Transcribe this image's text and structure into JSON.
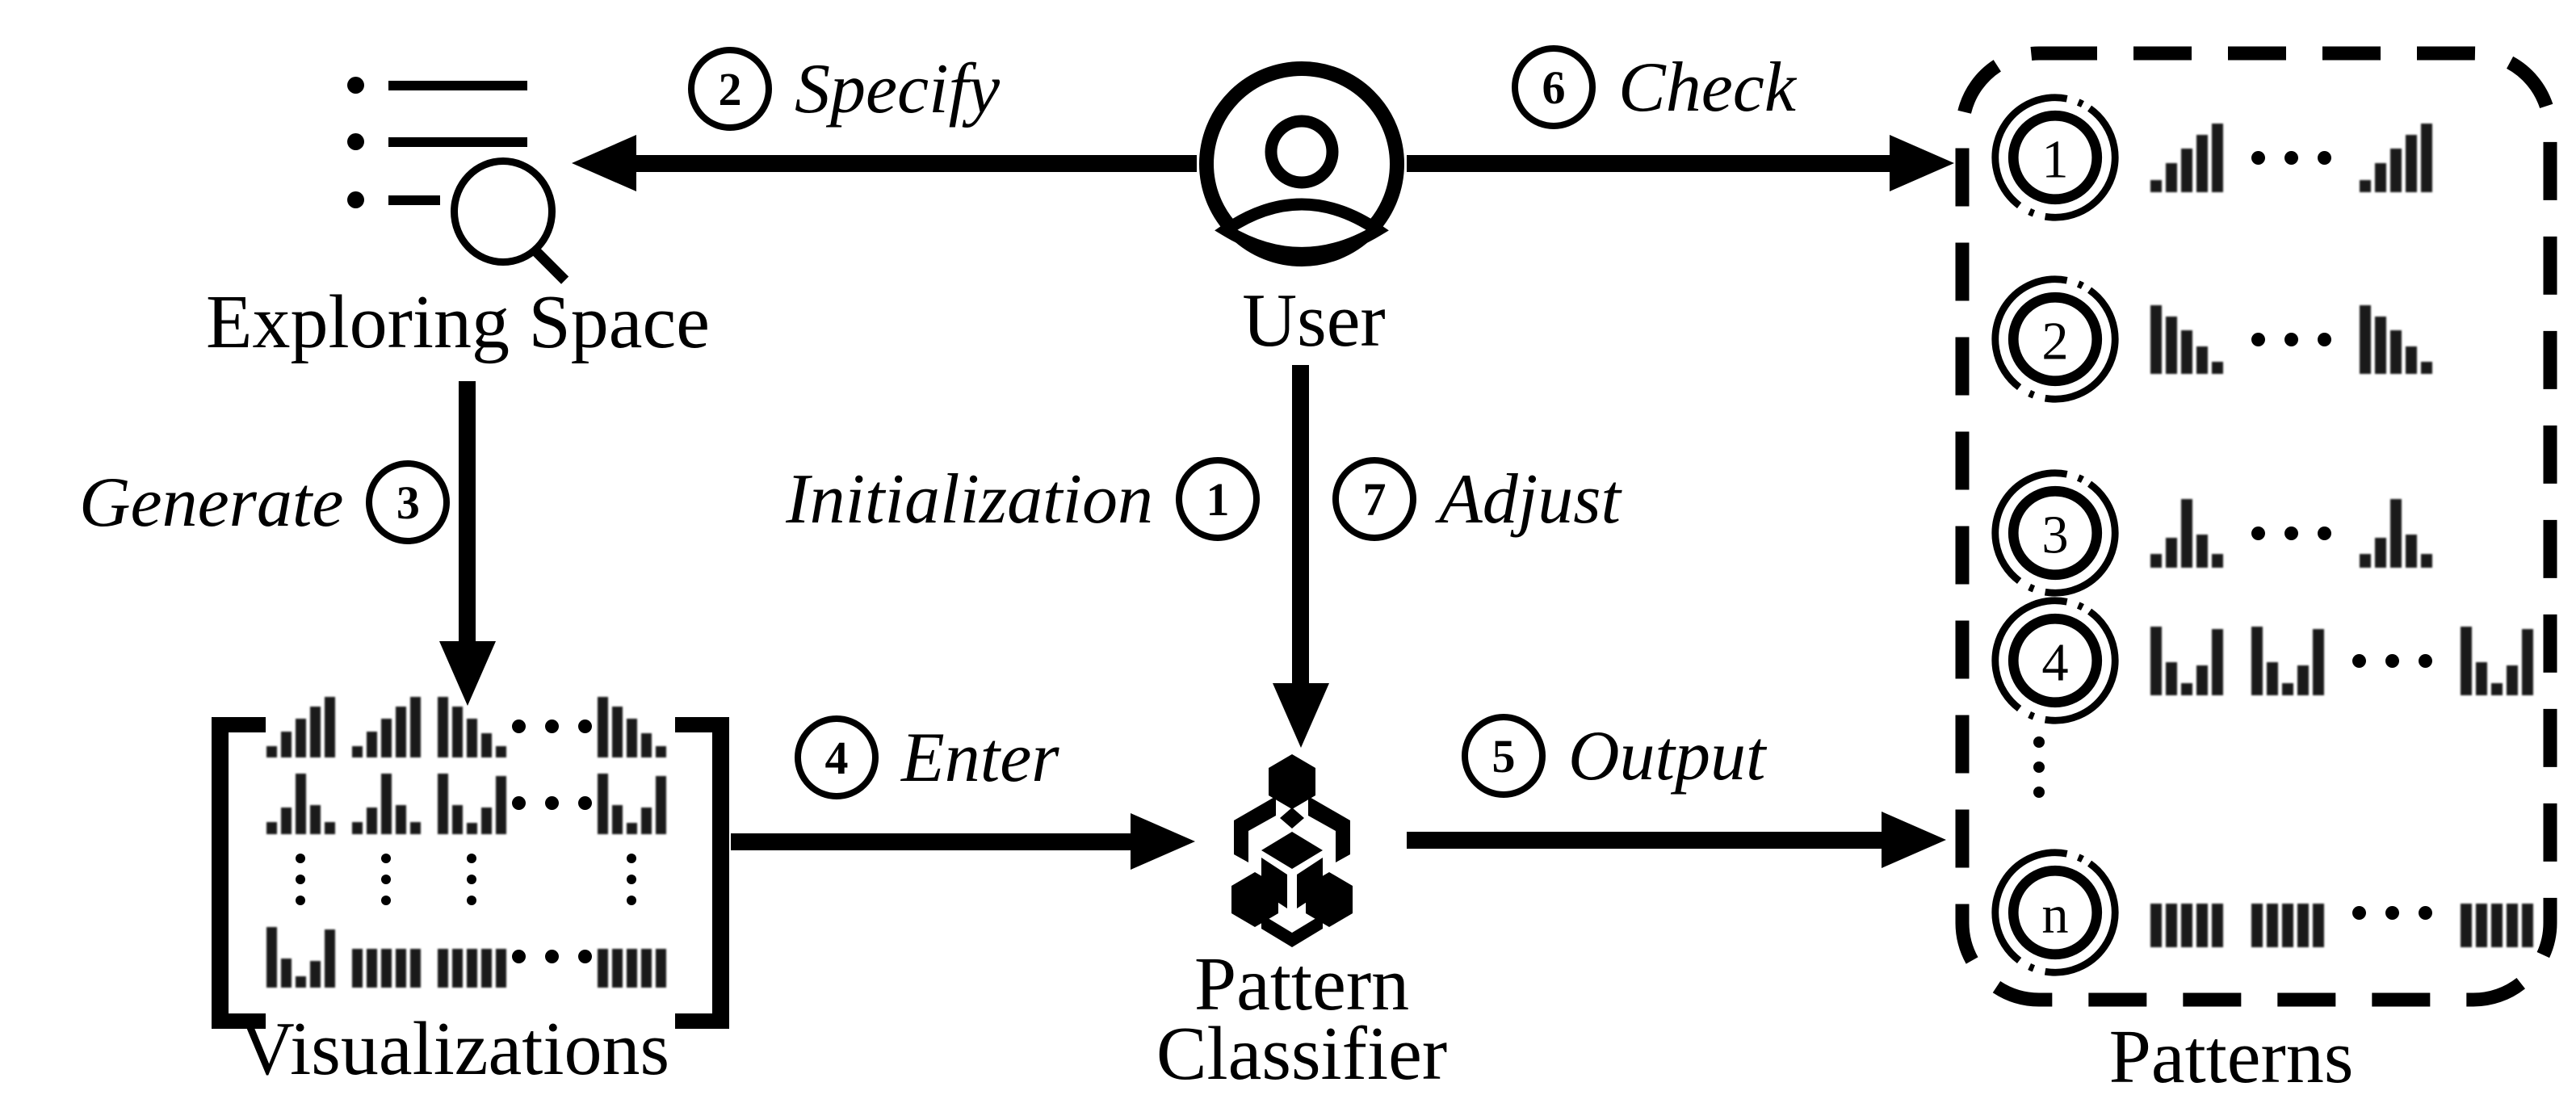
{
  "colors": {
    "ink": "#000000",
    "background": "#ffffff",
    "bar": "#1a1a1a"
  },
  "nodes": {
    "exploring_space": {
      "label": "Exploring Space",
      "icon": "list-magnifier-icon"
    },
    "user": {
      "label": "User",
      "icon": "person-icon"
    },
    "pattern_classifier": {
      "label_line1": "Pattern",
      "label_line2": "Classifier",
      "icon": "hexagon-cluster-icon"
    }
  },
  "edges": {
    "initialization": {
      "number": "1",
      "label": "Initialization"
    },
    "specify": {
      "number": "2",
      "label": "Specify"
    },
    "generate": {
      "number": "3",
      "label": "Generate"
    },
    "enter": {
      "number": "4",
      "label": "Enter"
    },
    "output": {
      "number": "5",
      "label": "Output"
    },
    "check": {
      "number": "6",
      "label": "Check"
    },
    "adjust": {
      "number": "7",
      "label": "Adjust"
    }
  },
  "sparklines": {
    "ascending": [
      0.9,
      2.1,
      3.2,
      4.2,
      5
    ],
    "descending": [
      5,
      4.2,
      3.2,
      2,
      0.9
    ],
    "peak": [
      1,
      2.2,
      5,
      2.4,
      1
    ],
    "valley": [
      5,
      2.4,
      0.9,
      2.2,
      4.8
    ],
    "uniform": [
      3.2,
      3.2,
      3.2,
      3.2,
      3.2
    ]
  },
  "patterns_box": {
    "label": "Patterns",
    "rows": [
      {
        "badge": "1",
        "cells": [
          "ascending",
          "…",
          "ascending"
        ]
      },
      {
        "badge": "2",
        "cells": [
          "descending",
          "…",
          "descending"
        ]
      },
      {
        "badge": "3",
        "cells": [
          "peak",
          "…",
          "peak"
        ]
      },
      {
        "badge": "4",
        "cells": [
          "valley",
          "valley",
          "…",
          "valley"
        ]
      },
      {
        "vdots": true
      },
      {
        "badge": "n",
        "cells": [
          "uniform",
          "uniform",
          "…",
          "uniform"
        ]
      }
    ]
  },
  "visualizations": {
    "label": "Visualizations",
    "rows": [
      [
        "ascending",
        "ascending",
        "descending",
        "…",
        "descending"
      ],
      [
        "peak",
        "peak",
        "valley",
        "…",
        "valley"
      ],
      [
        "⋮",
        "⋮",
        "⋮",
        "",
        "⋮"
      ],
      [
        "valley",
        "uniform",
        "uniform",
        "…",
        "uniform"
      ]
    ]
  }
}
